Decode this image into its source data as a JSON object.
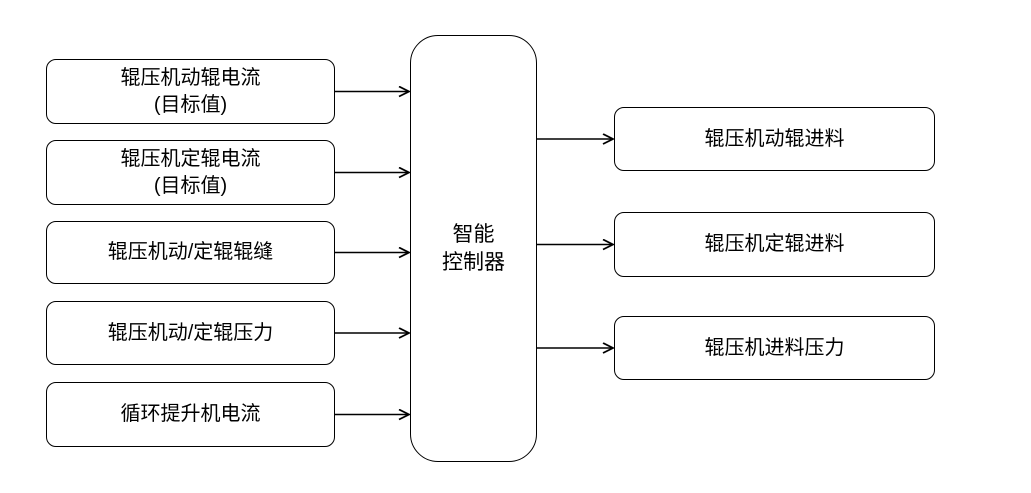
{
  "diagram": {
    "colors": {
      "background": "#ffffff",
      "stroke": "#000000",
      "text": "#000000",
      "box_fill": "#ffffff"
    },
    "controller": {
      "lines": [
        "智能",
        "控制器"
      ]
    },
    "inputs": [
      {
        "lines": [
          "辊压机动辊电流",
          "(目标值)"
        ]
      },
      {
        "lines": [
          "辊压机定辊电流",
          "(目标值)"
        ]
      },
      {
        "lines": [
          "辊压机动/定辊辊缝"
        ]
      },
      {
        "lines": [
          "辊压机动/定辊压力"
        ]
      },
      {
        "lines": [
          "循环提升机电流"
        ]
      }
    ],
    "outputs": [
      {
        "lines": [
          "辊压机动辊进料"
        ]
      },
      {
        "lines": [
          "辊压机定辊进料"
        ]
      },
      {
        "lines": [
          "辊压机进料压力"
        ]
      }
    ]
  }
}
